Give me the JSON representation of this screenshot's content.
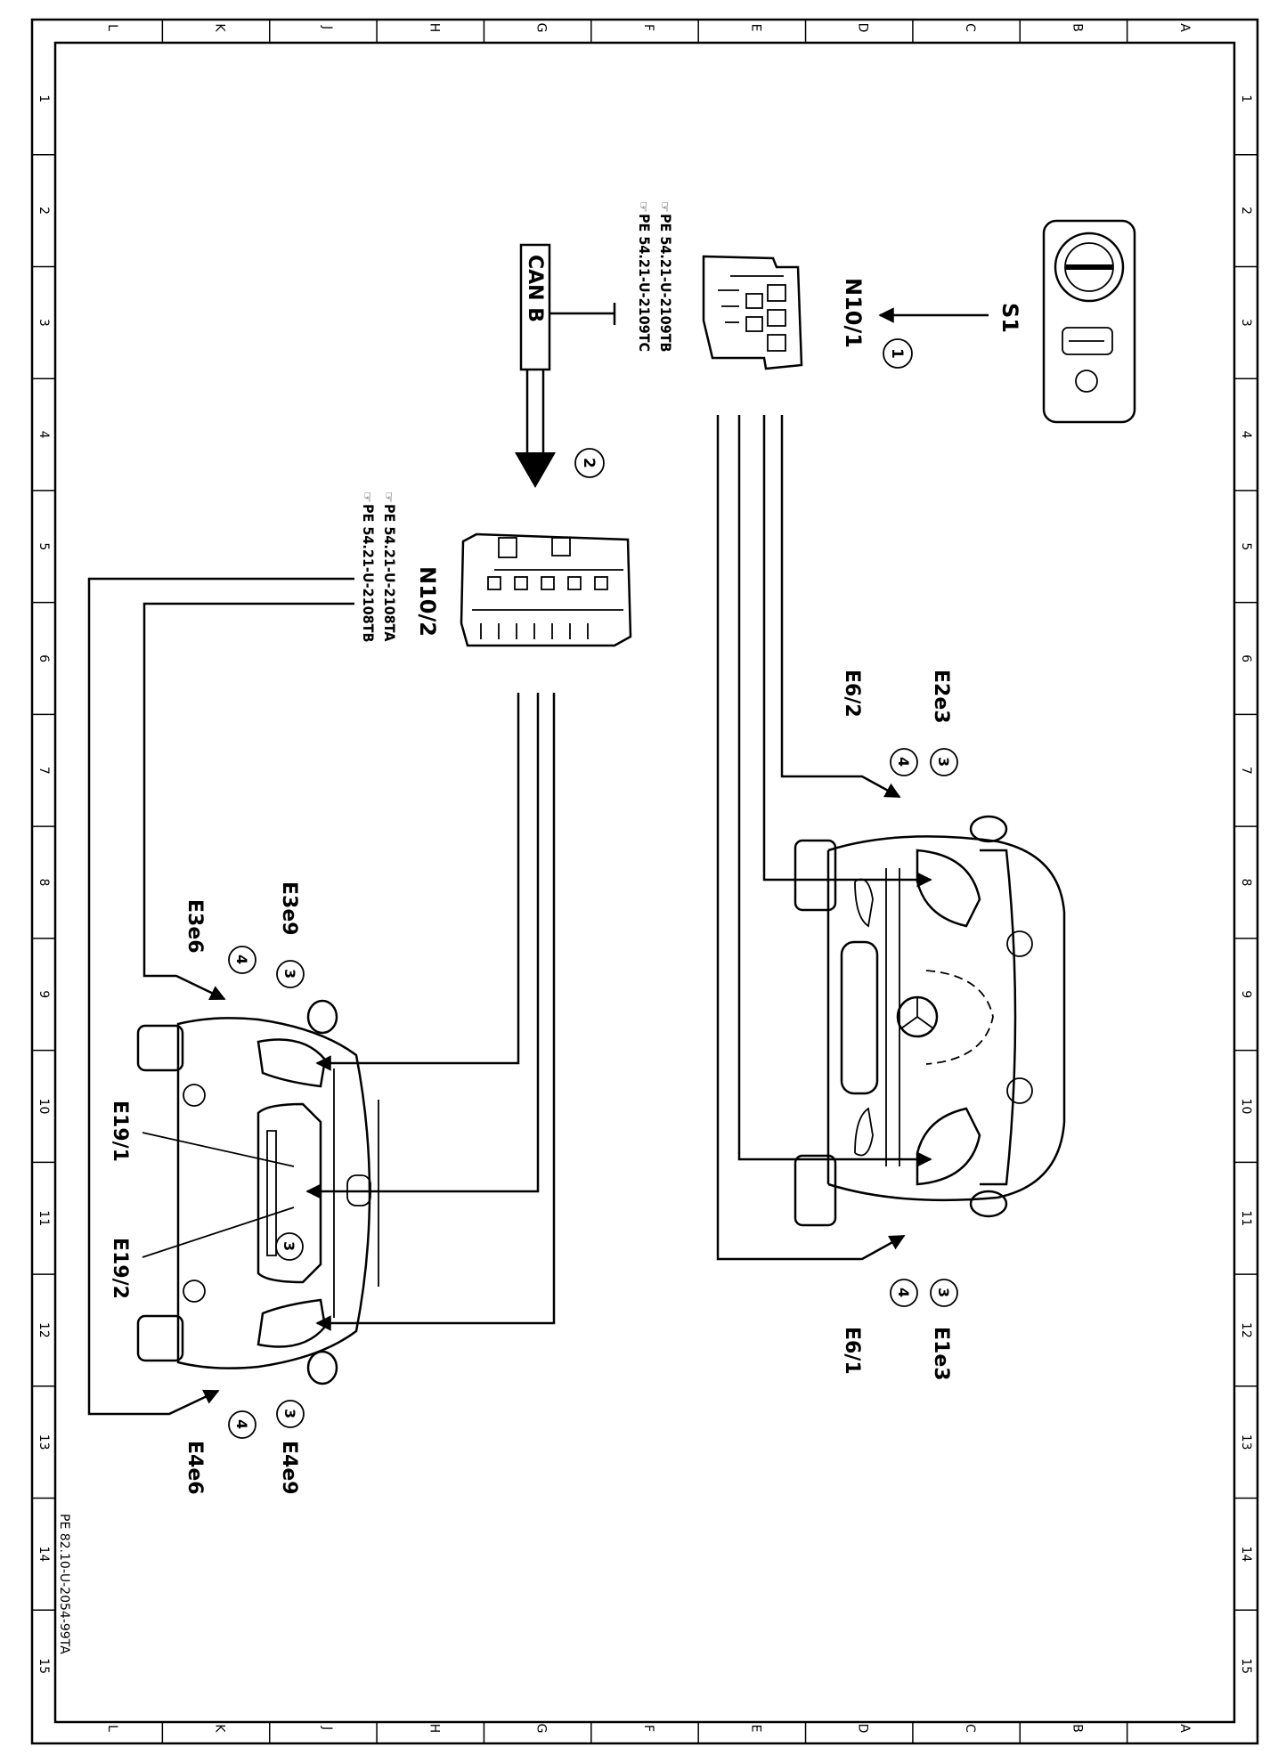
{
  "grid": {
    "top_letters": [
      "L",
      "K",
      "J",
      "H",
      "G",
      "F",
      "E",
      "D",
      "C",
      "B",
      "A"
    ],
    "side_numbers": [
      "1",
      "2",
      "3",
      "4",
      "5",
      "6",
      "7",
      "8",
      "9",
      "10",
      "11",
      "12",
      "13",
      "14",
      "15"
    ]
  },
  "components": {
    "s1": "S1",
    "n10_1": "N10/1",
    "n10_1_ref1": "PE 54.21-U-2109TB",
    "n10_1_ref2": "PE 54.21-U-2109TC",
    "n10_2": "N10/2",
    "n10_2_ref1": "PE 54.21-U-2108TA",
    "n10_2_ref2": "PE 54.21-U-2108TB",
    "can_bus": "CAN B",
    "e2e3": "E2e3",
    "e6_2": "E6/2",
    "e1e3": "E1e3",
    "e6_1": "E6/1",
    "e3e9": "E3e9",
    "e3e6": "E3e6",
    "e4e9": "E4e9",
    "e4e6": "E4e6",
    "e19_1": "E19/1",
    "e19_2": "E19/2"
  },
  "circles": {
    "c1": "1",
    "c2": "2",
    "c3": "3",
    "c4": "4"
  },
  "doc_ref": "PE 82.10-U-2054-99TA"
}
